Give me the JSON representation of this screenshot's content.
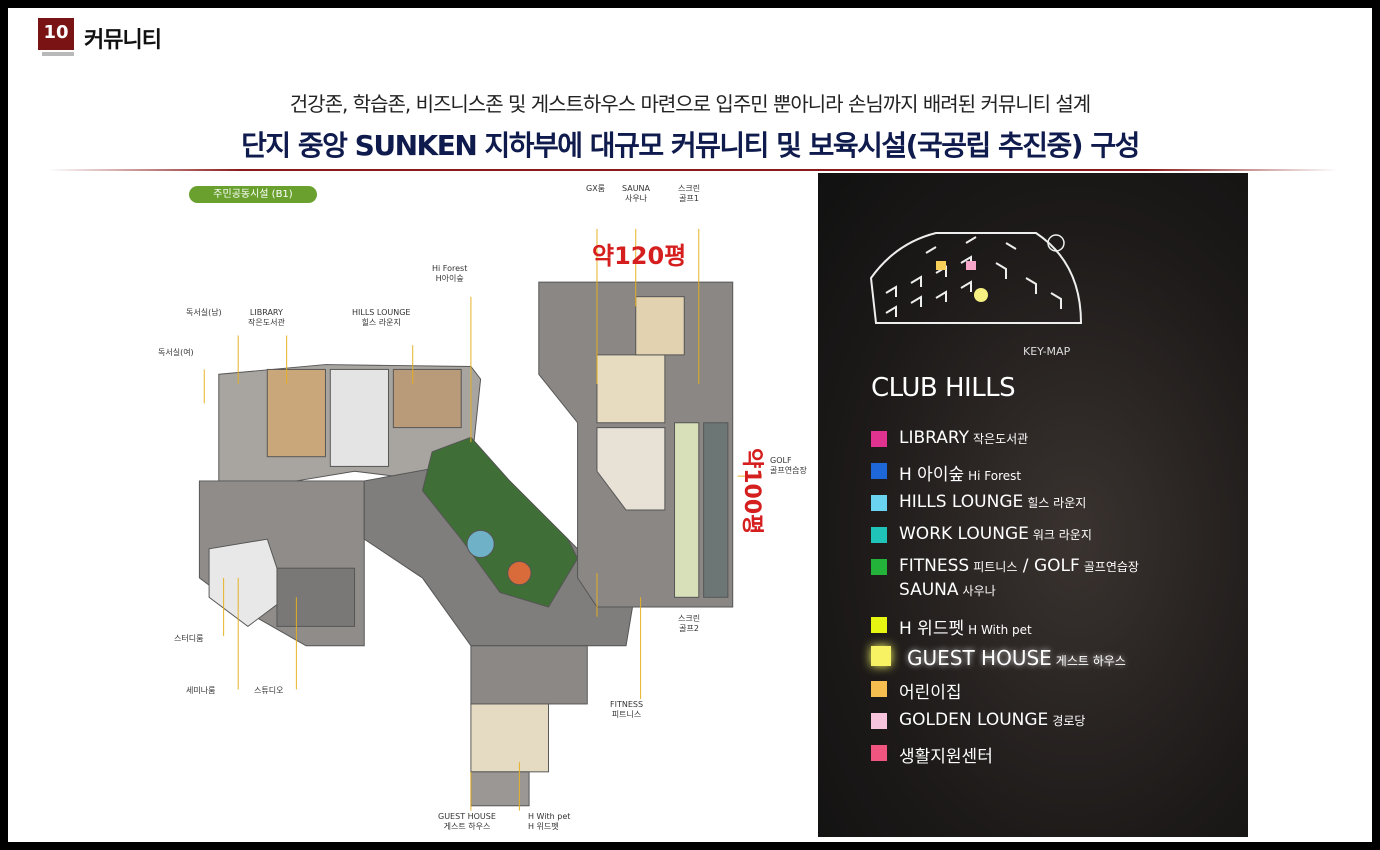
{
  "header": {
    "section_number": "10",
    "section_title": "커뮤니티"
  },
  "subtitle": "건강존, 학습존, 비즈니스존 및 게스트하우스 마련으로 입주민 뿐아니라 손님까지 배려된 커뮤니티 설계",
  "headline": "단지 중앙 SUNKEN 지하부에 대규모 커뮤니티 및 보육시설(국공립 추진중) 구성",
  "floor_plan": {
    "badge": "주민공동시설 (B1)",
    "area_top": "약120평",
    "area_right": "약100평",
    "labels": {
      "gx": "GX룸",
      "sauna_en": "SAUNA",
      "sauna_ko": "사우나",
      "screen1_a": "스크린",
      "screen1_b": "골프1",
      "hiforest_en": "Hi Forest",
      "hiforest_ko": "H아이숲",
      "reading_m": "독서실(남)",
      "library_en": "LIBRARY",
      "library_ko": "작은도서관",
      "hills_en": "HILLS LOUNGE",
      "hills_ko": "힐스 라운지",
      "reading_f": "독서실(여)",
      "golf_en": "GOLF",
      "golf_ko": "골프연습장",
      "screen2_a": "스크린",
      "screen2_b": "골프2",
      "study": "스터디룸",
      "seminar": "세미나룸",
      "studio": "스튜디오",
      "fitness_en": "FITNESS",
      "fitness_ko": "피트니스",
      "guest_en": "GUEST HOUSE",
      "guest_ko": "게스트 하우스",
      "pet_en": "H With pet",
      "pet_ko": "H 위드펫"
    }
  },
  "key_panel": {
    "keymap_label": "KEY-MAP",
    "title": "CLUB HILLS",
    "legend": [
      {
        "name": "LIBRARY",
        "ko": "작은도서관",
        "color": "#e0338f"
      },
      {
        "name": "H 아이숲",
        "ko": "Hi Forest",
        "color": "#1e67d8"
      },
      {
        "name": "HILLS LOUNGE",
        "ko": "힐스 라운지",
        "color": "#6ad4f0"
      },
      {
        "name": "WORK LOUNGE",
        "ko": "워크 라운지",
        "color": "#1fc3b8"
      },
      {
        "name": "FITNESS",
        "ko": "피트니스",
        "name2": "GOLF",
        "ko2": "골프연습장",
        "sep": "/",
        "line2": "SAUNA",
        "line2_ko": "사우나",
        "color": "#24b33a"
      },
      {
        "name": "H 위드펫",
        "ko": "H With pet",
        "color": "#e6f511"
      },
      {
        "name": "GUEST HOUSE",
        "ko": "게스트 하우스",
        "color": "#f7f263"
      },
      {
        "name": "어린이집",
        "ko": "",
        "color": "#f6be4e"
      },
      {
        "name": "GOLDEN LOUNGE",
        "ko": "경로당",
        "color": "#f7c4de"
      },
      {
        "name": "생활지원센터",
        "ko": "",
        "color": "#f0557f"
      }
    ]
  }
}
